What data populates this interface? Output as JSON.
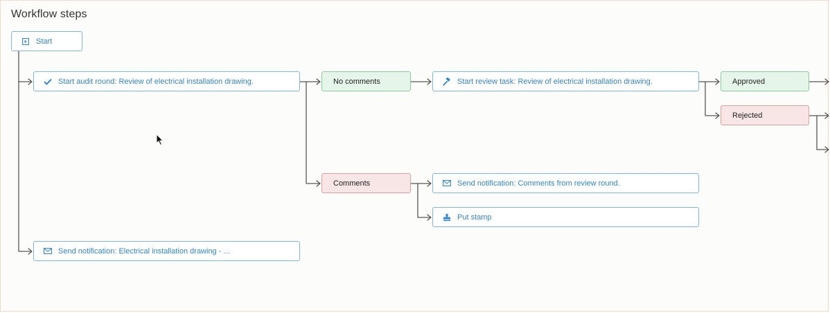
{
  "title": "Workflow steps",
  "nodes": {
    "start": "Start",
    "audit": "Start audit round: Review of electrical installation drawing.",
    "no_comments": "No comments",
    "review_task": "Start review task: Review of electrical installation drawing.",
    "approved": "Approved",
    "rejected": "Rejected",
    "comments": "Comments",
    "notify_comments": "Send notification: Comments from review round.",
    "put_stamp": "Put stamp",
    "notify_drawing": "Send notification: Electrical installation drawing - ..."
  },
  "icons": {
    "start": "play-square-icon",
    "audit": "checkmark-icon",
    "review_task": "gavel-icon",
    "notify_comments": "envelope-icon",
    "put_stamp": "stamp-icon",
    "notify_drawing": "envelope-icon"
  },
  "colors": {
    "action_border": "#7fb6e3",
    "action_text": "#2f86cf",
    "positive_fill": "#e6f5ea",
    "negative_fill": "#f8e5e5"
  }
}
